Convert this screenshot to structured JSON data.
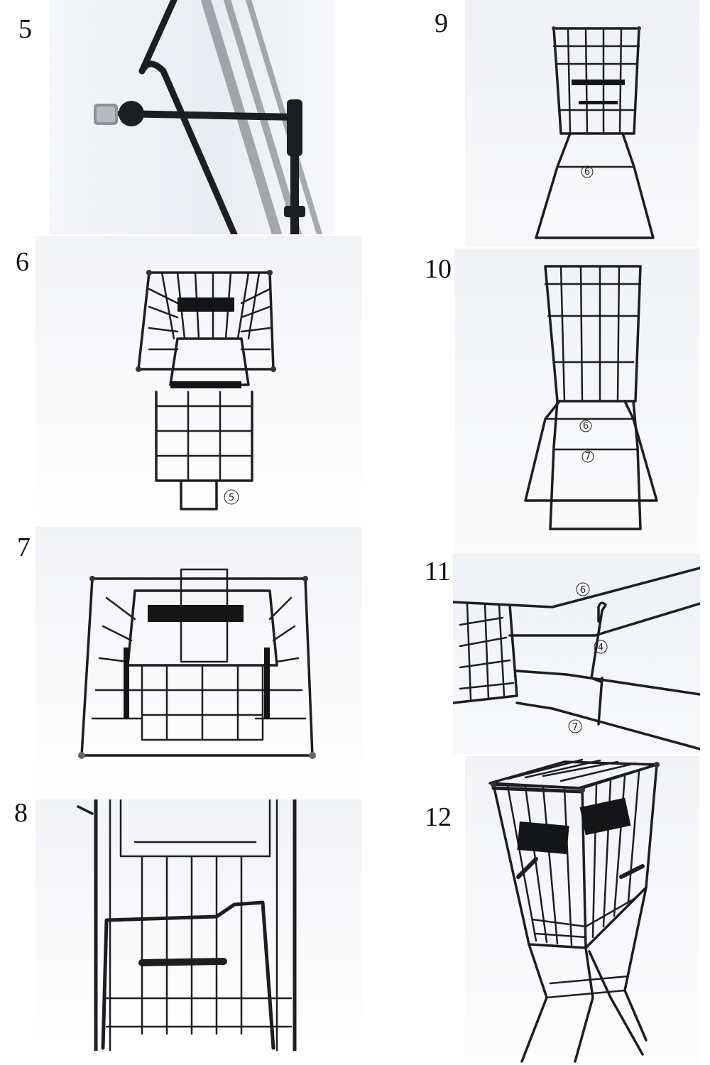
{
  "steps": [
    {
      "num": "5"
    },
    {
      "num": "6",
      "callouts": [
        "5"
      ]
    },
    {
      "num": "7"
    },
    {
      "num": "8"
    },
    {
      "num": "9",
      "callouts": [
        "6"
      ]
    },
    {
      "num": "10",
      "callouts": [
        "6",
        "7"
      ]
    },
    {
      "num": "11",
      "callouts": [
        "6",
        "4",
        "7"
      ]
    },
    {
      "num": "12"
    }
  ],
  "colors": {
    "wire": "#1c1e22",
    "background": "#ffffff",
    "label": "#111111"
  }
}
